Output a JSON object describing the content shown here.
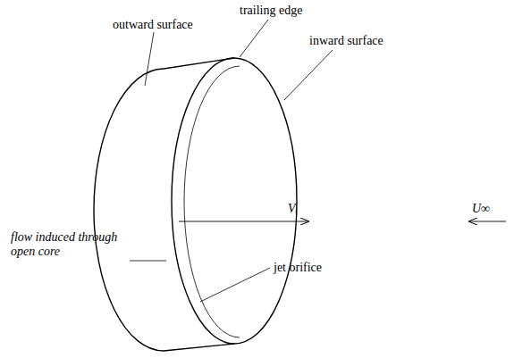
{
  "diagram": {
    "labels": [
      "outward surface",
      "trailing edge",
      "inward surface",
      "flow induced through open core",
      "Vᵢ",
      "U∞",
      "jet orifice"
    ]
  }
}
